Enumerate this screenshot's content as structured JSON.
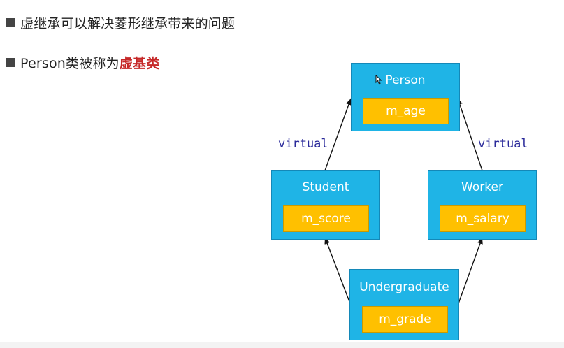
{
  "bullets": [
    {
      "text": "虚继承可以解决菱形继承带来的问题",
      "highlight": ""
    },
    {
      "text": "Person类被称为",
      "highlight": "虚基类"
    }
  ],
  "diagram": {
    "classes": {
      "person": {
        "name": "Person",
        "member": "m_age"
      },
      "student": {
        "name": "Student",
        "member": "m_score"
      },
      "worker": {
        "name": "Worker",
        "member": "m_salary"
      },
      "undergraduate": {
        "name": "Undergraduate",
        "member": "m_grade"
      }
    },
    "edge_labels": {
      "left": "virtual",
      "right": "virtual"
    }
  },
  "colors": {
    "class_fill": "#1fb4e6",
    "member_fill": "#ffc000",
    "highlight": "#c62828",
    "virtual_text": "#2a2a9a"
  }
}
